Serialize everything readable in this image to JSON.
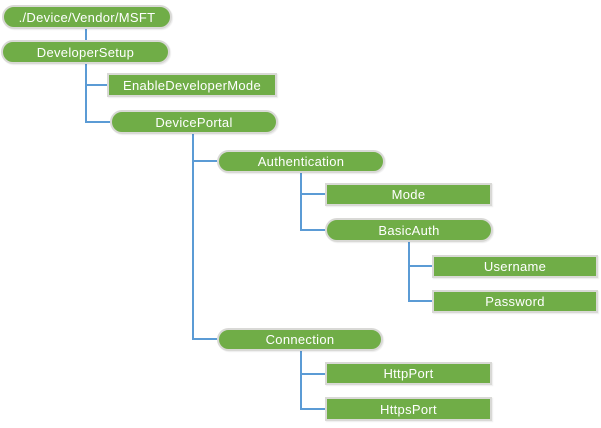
{
  "diagram": {
    "type": "tree",
    "root_label": "./Device/Vendor/MSFT",
    "colors": {
      "node_fill": "#70AD47",
      "node_border": "#D9D9D6",
      "node_text": "#FFFFFF",
      "connector": "#5B9BD5",
      "background": "#FFFFFF"
    }
  },
  "nodes": [
    {
      "id": "root",
      "label": "./Device/Vendor/MSFT",
      "shape": "pill",
      "parent": null
    },
    {
      "id": "developer-setup",
      "label": "DeveloperSetup",
      "shape": "pill",
      "parent": "root"
    },
    {
      "id": "enable-developer-mode",
      "label": "EnableDeveloperMode",
      "shape": "rect",
      "parent": "developer-setup"
    },
    {
      "id": "device-portal",
      "label": "DevicePortal",
      "shape": "pill",
      "parent": "developer-setup"
    },
    {
      "id": "authentication",
      "label": "Authentication",
      "shape": "pill",
      "parent": "device-portal"
    },
    {
      "id": "mode",
      "label": "Mode",
      "shape": "rect",
      "parent": "authentication"
    },
    {
      "id": "basic-auth",
      "label": "BasicAuth",
      "shape": "pill",
      "parent": "authentication"
    },
    {
      "id": "username",
      "label": "Username",
      "shape": "rect",
      "parent": "basic-auth"
    },
    {
      "id": "password",
      "label": "Password",
      "shape": "rect",
      "parent": "basic-auth"
    },
    {
      "id": "connection",
      "label": "Connection",
      "shape": "pill",
      "parent": "device-portal"
    },
    {
      "id": "http-port",
      "label": "HttpPort",
      "shape": "rect",
      "parent": "connection"
    },
    {
      "id": "https-port",
      "label": "HttpsPort",
      "shape": "rect",
      "parent": "connection"
    }
  ]
}
